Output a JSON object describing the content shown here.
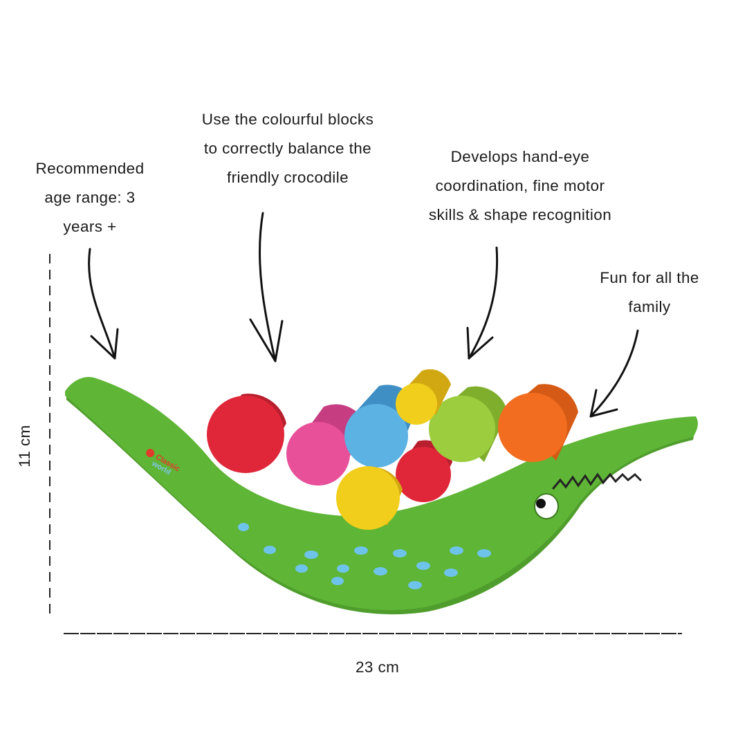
{
  "callouts": {
    "age": [
      "Recommended",
      "age range: 3",
      "years +"
    ],
    "balance": [
      "Use the colourful blocks",
      "to correctly balance the",
      "friendly crocodile"
    ],
    "skills": [
      "Develops hand-eye",
      "coordination, fine motor",
      "skills & shape recognition"
    ],
    "family": [
      "Fun for all the",
      "family"
    ]
  },
  "dimensions": {
    "height": "11 cm",
    "width": "23 cm"
  },
  "brand": {
    "line1": "Classic",
    "line2": "world"
  },
  "colors": {
    "crocodile_green": "#5fb536",
    "crocodile_spots": "#6ec3ea",
    "block_red": "#e0273a",
    "block_pink": "#e8509a",
    "block_blue": "#5bb2e3",
    "block_yellow": "#f2ce1c",
    "block_lime": "#9ccd3e",
    "block_orange": "#f26d1f"
  }
}
